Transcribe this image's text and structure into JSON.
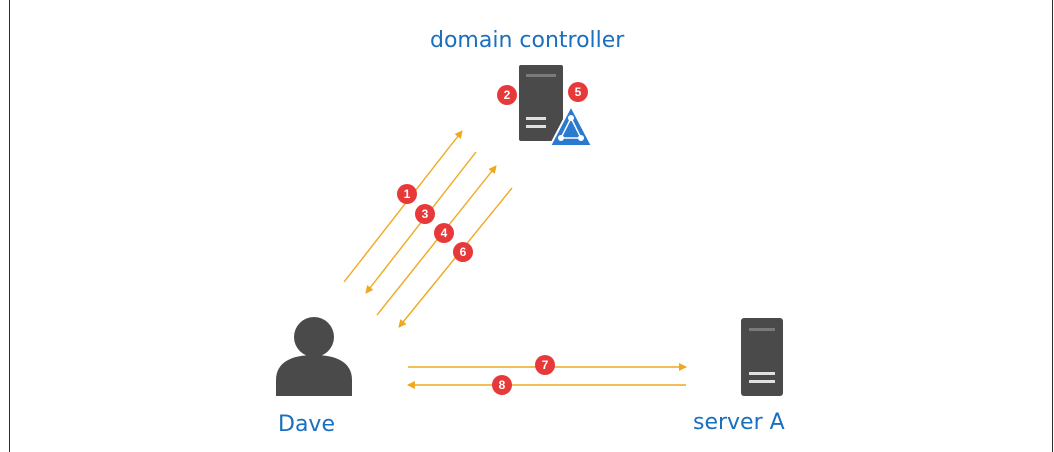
{
  "nodes": {
    "domain_controller": {
      "label": "domain controller"
    },
    "dave": {
      "label": "Dave"
    },
    "server_a": {
      "label": "server A"
    }
  },
  "steps": [
    "1",
    "2",
    "3",
    "4",
    "5",
    "6",
    "7",
    "8"
  ],
  "colors": {
    "arrow": "#f0a81e",
    "badge": "#e8393a",
    "label": "#1a6fbf",
    "icon": "#4a4a4a",
    "ad_triangle": "#2a7ad0"
  },
  "icons": {
    "domain_controller": "server-with-ad-triangle-icon",
    "dave": "user-silhouette-icon",
    "server_a": "server-tower-icon"
  }
}
